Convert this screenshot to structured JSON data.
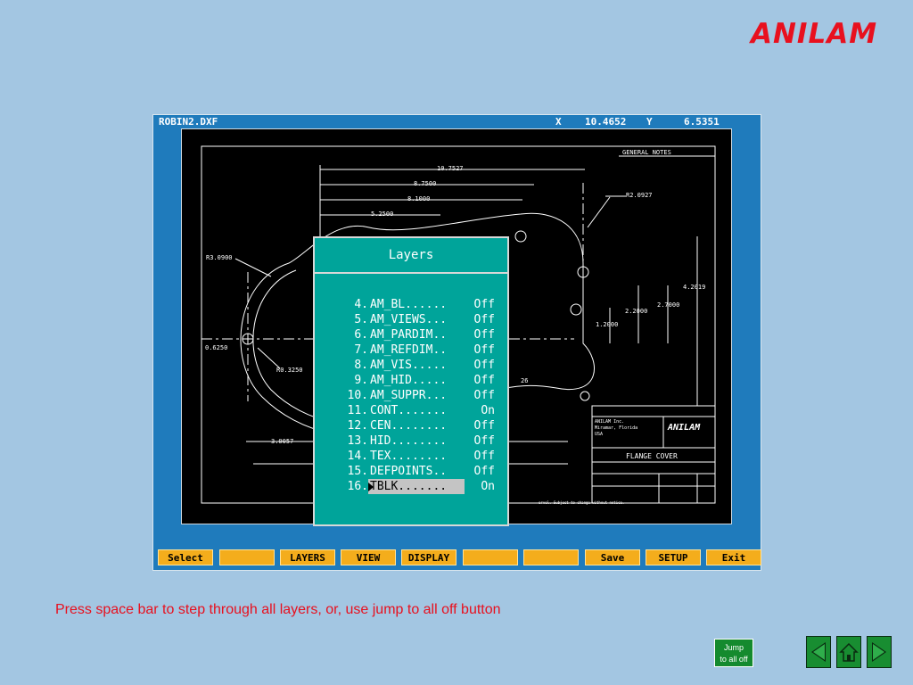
{
  "brand": {
    "logo_text": "ANILAM",
    "color": "#e8101e"
  },
  "window": {
    "filename": "ROBIN2.DXF",
    "x_label": "X",
    "x_value": "10.4652",
    "y_label": "Y",
    "y_value": "6.5351"
  },
  "drawing": {
    "general_notes": "GENERAL NOTES",
    "dimensions": {
      "d1": "10.7527",
      "d2": "8.7500",
      "d3": "8.1000",
      "d4": "5.2500",
      "r_top": "R2.0927",
      "r_left": "R3.0900",
      "v1": "4.2019",
      "v2": "2.7000",
      "v3": "2.2000",
      "v4": "1.2000",
      "h_left": "0.6250",
      "r_hole": "R0.3250",
      "bottom": "3.0057",
      "angle": "26"
    },
    "title_block": {
      "company": "ANILAM Inc.",
      "city": "Miramar, Florida",
      "country": "USA",
      "logo": "ANILAM",
      "part_title": "FLANGE COVER"
    },
    "footnote": "ervel. Subject to change without notice."
  },
  "layers_dialog": {
    "title": "Layers",
    "items": [
      {
        "num": "4.",
        "name": "AM_BL......",
        "state": "Off"
      },
      {
        "num": "5.",
        "name": "AM_VIEWS...",
        "state": "Off"
      },
      {
        "num": "6.",
        "name": "AM_PARDIM..",
        "state": "Off"
      },
      {
        "num": "7.",
        "name": "AM_REFDIM..",
        "state": "Off"
      },
      {
        "num": "8.",
        "name": "AM_VIS.....",
        "state": "Off"
      },
      {
        "num": "9.",
        "name": "AM_HID.....",
        "state": "Off"
      },
      {
        "num": "10.",
        "name": "AM_SUPPR...",
        "state": "Off"
      },
      {
        "num": "11.",
        "name": "CONT.......",
        "state": "On"
      },
      {
        "num": "12.",
        "name": "CEN........",
        "state": "Off"
      },
      {
        "num": "13.",
        "name": "HID........",
        "state": "Off"
      },
      {
        "num": "14.",
        "name": "TEX........",
        "state": "Off"
      },
      {
        "num": "15.",
        "name": "DEFPOINTS..",
        "state": "Off"
      },
      {
        "num": "16.",
        "name": "TBLK.......",
        "state": "On"
      }
    ],
    "selected_index": 12
  },
  "function_keys": [
    "Select",
    "",
    "LAYERS",
    "VIEW",
    "DISPLAY",
    "",
    "",
    "Save",
    "SETUP",
    "Exit"
  ],
  "caption": "Press space bar to step through all layers, or, use jump to all off button",
  "jump_button": {
    "line1": "Jump",
    "line2": "to all off"
  },
  "nav": {
    "prev": "previous-slide",
    "home": "home",
    "next": "next-slide"
  }
}
